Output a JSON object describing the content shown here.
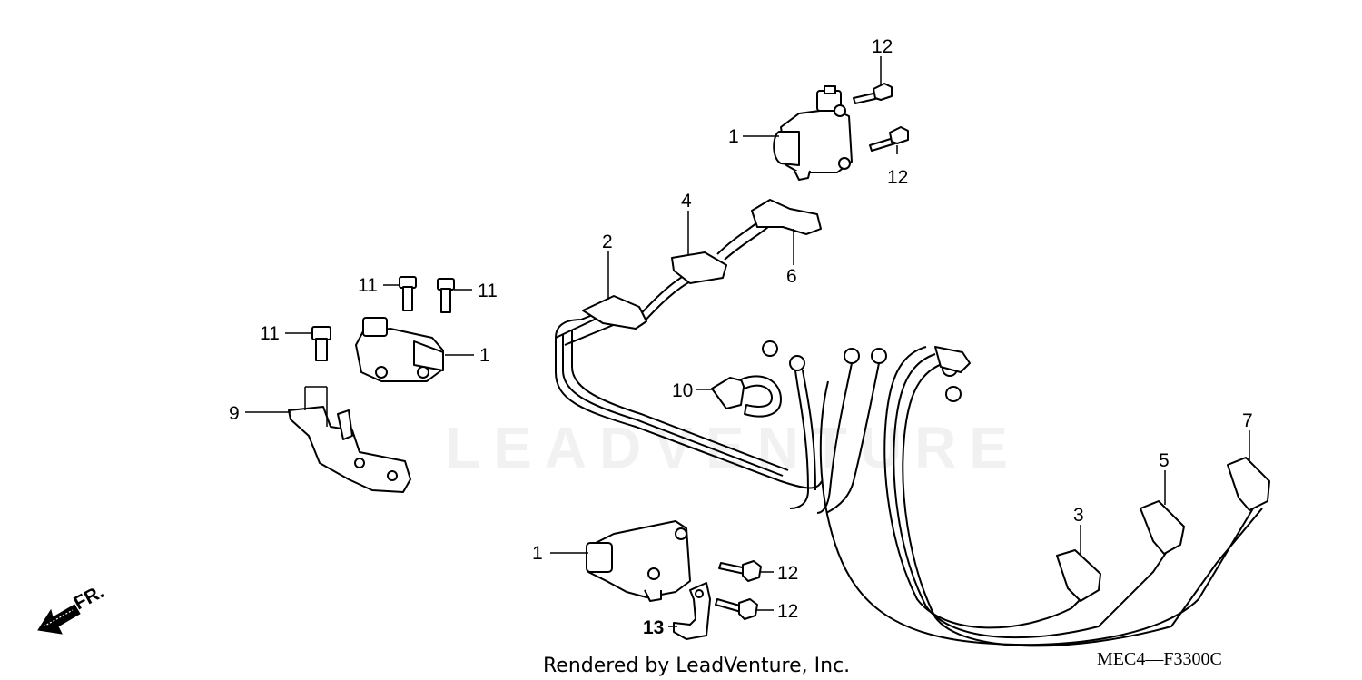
{
  "diagram": {
    "callouts": {
      "c12_top": "12",
      "c12_top2": "12",
      "c1_top": "1",
      "c4": "4",
      "c2": "2",
      "c6": "6",
      "c11_a": "11",
      "c11_b": "11",
      "c11_c": "11",
      "c1_mid": "1",
      "c9": "9",
      "c10": "10",
      "c7": "7",
      "c5": "5",
      "c3": "3",
      "c1_bot": "1",
      "c12_bot1": "12",
      "c12_bot2": "12",
      "c13": "13"
    },
    "front_label": "FR.",
    "credit": "Rendered by LeadVenture, Inc.",
    "diagram_code": "MEC4—F3300C",
    "watermark": "LEADVENTURE"
  },
  "colors": {
    "line": "#000000",
    "background": "#ffffff"
  },
  "icons": {
    "front_arrow": "front-direction-arrow-icon"
  }
}
